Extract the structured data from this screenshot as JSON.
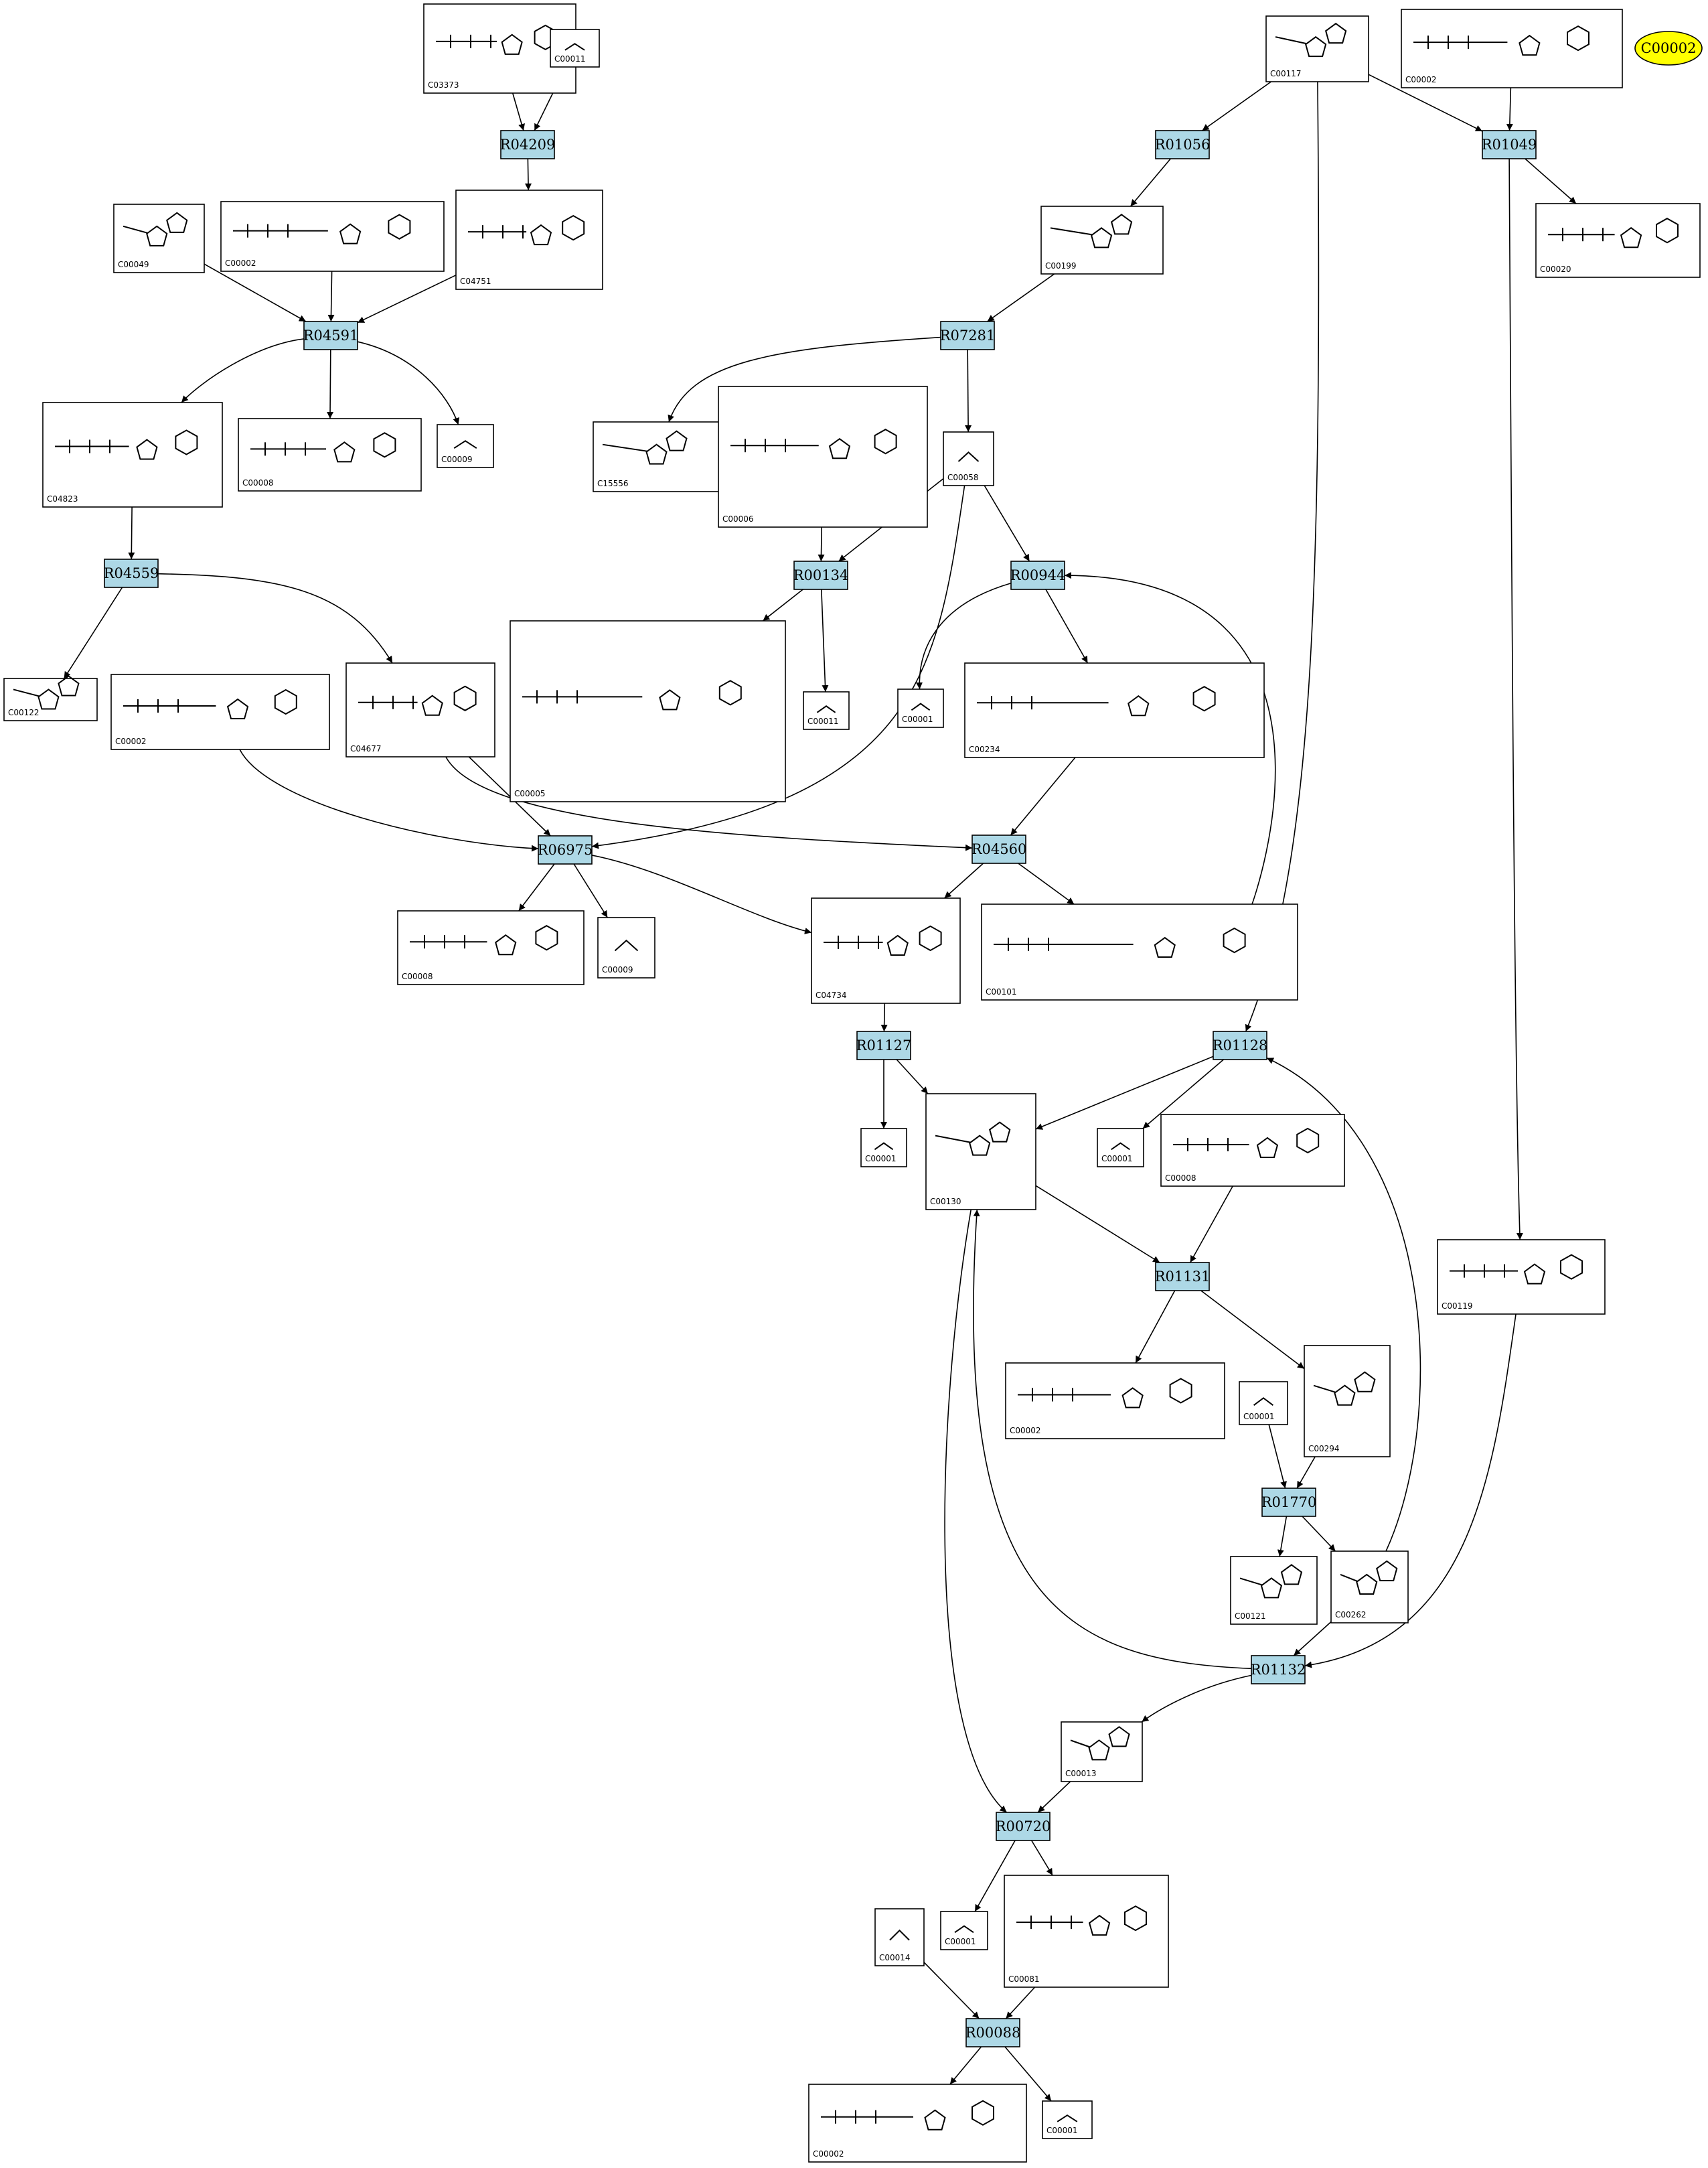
{
  "selected": "C00002",
  "colors": {
    "reaction_fill": "#add8e6",
    "selected_fill": "#ffff00",
    "edge": "#000000",
    "box_stroke": "#000000"
  },
  "reactions": [
    "R04209",
    "R04591",
    "R04559",
    "R06975",
    "R00134",
    "R00944",
    "R07281",
    "R01056",
    "R01049",
    "R04560",
    "R01127",
    "R01128",
    "R01131",
    "R01770",
    "R01132",
    "R00720",
    "R00088"
  ],
  "compounds": [
    {
      "id": "c03373",
      "label": "C03373"
    },
    {
      "id": "c00011a",
      "label": "C00011"
    },
    {
      "id": "c00049",
      "label": "C00049"
    },
    {
      "id": "c00002a",
      "label": "C00002"
    },
    {
      "id": "c04751",
      "label": "C04751"
    },
    {
      "id": "c04823",
      "label": "C04823"
    },
    {
      "id": "c00008a",
      "label": "C00008"
    },
    {
      "id": "c00009a",
      "label": "C00009"
    },
    {
      "id": "c00122",
      "label": "C00122"
    },
    {
      "id": "c00002b",
      "label": "C00002"
    },
    {
      "id": "c04677",
      "label": "C04677"
    },
    {
      "id": "c00005",
      "label": "C00005"
    },
    {
      "id": "c00011b",
      "label": "C00011"
    },
    {
      "id": "c00008b",
      "label": "C00008"
    },
    {
      "id": "c00009b",
      "label": "C00009"
    },
    {
      "id": "c04734",
      "label": "C04734"
    },
    {
      "id": "c00117",
      "label": "C00117"
    },
    {
      "id": "c00002c",
      "label": "C00002"
    },
    {
      "id": "c00199",
      "label": "C00199"
    },
    {
      "id": "c00020",
      "label": "C00020"
    },
    {
      "id": "c15556",
      "label": "C15556"
    },
    {
      "id": "c00006",
      "label": "C00006"
    },
    {
      "id": "c00058",
      "label": "C00058"
    },
    {
      "id": "c00001a",
      "label": "C00001"
    },
    {
      "id": "c00234",
      "label": "C00234"
    },
    {
      "id": "c00101",
      "label": "C00101"
    },
    {
      "id": "c00001b",
      "label": "C00001"
    },
    {
      "id": "c00130",
      "label": "C00130"
    },
    {
      "id": "c00001c",
      "label": "C00001"
    },
    {
      "id": "c00008c",
      "label": "C00008"
    },
    {
      "id": "c00119",
      "label": "C00119"
    },
    {
      "id": "c00002d",
      "label": "C00002"
    },
    {
      "id": "c00001d",
      "label": "C00001"
    },
    {
      "id": "c00294",
      "label": "C00294"
    },
    {
      "id": "c00121",
      "label": "C00121"
    },
    {
      "id": "c00262",
      "label": "C00262"
    },
    {
      "id": "c00013",
      "label": "C00013"
    },
    {
      "id": "c00014",
      "label": "C00014"
    },
    {
      "id": "c00001e",
      "label": "C00001"
    },
    {
      "id": "c00081",
      "label": "C00081"
    },
    {
      "id": "c00002e",
      "label": "C00002"
    },
    {
      "id": "c00001f",
      "label": "C00001"
    }
  ],
  "edges": [
    [
      "c03373",
      "R04209"
    ],
    [
      "c00011a",
      "R04209"
    ],
    [
      "R04209",
      "c04751"
    ],
    [
      "c00049",
      "R04591"
    ],
    [
      "c00002a",
      "R04591"
    ],
    [
      "c04751",
      "R04591"
    ],
    [
      "R04591",
      "c04823"
    ],
    [
      "R04591",
      "c00008a"
    ],
    [
      "R04591",
      "c00009a"
    ],
    [
      "c04823",
      "R04559"
    ],
    [
      "R04559",
      "c00122"
    ],
    [
      "R04559",
      "c04677"
    ],
    [
      "c00002b",
      "R06975"
    ],
    [
      "c04677",
      "R06975"
    ],
    [
      "c00058",
      "R06975"
    ],
    [
      "R06975",
      "c00008b"
    ],
    [
      "R06975",
      "c00009b"
    ],
    [
      "R06975",
      "c04734"
    ],
    [
      "c04677",
      "R04560"
    ],
    [
      "c00234",
      "R04560"
    ],
    [
      "R04560",
      "c04734"
    ],
    [
      "R04560",
      "c00101"
    ],
    [
      "c00101",
      "R00944"
    ],
    [
      "c00117",
      "R01056"
    ],
    [
      "c00117",
      "R01049"
    ],
    [
      "c00002c",
      "R01049"
    ],
    [
      "c00117",
      "R01128"
    ],
    [
      "R01056",
      "c00199"
    ],
    [
      "R01049",
      "c00020"
    ],
    [
      "R01049",
      "c00119"
    ],
    [
      "c00199",
      "R07281"
    ],
    [
      "R07281",
      "c15556"
    ],
    [
      "R07281",
      "c00058"
    ],
    [
      "c00006",
      "R00134"
    ],
    [
      "c00058",
      "R00134"
    ],
    [
      "R00134",
      "c00005"
    ],
    [
      "R00134",
      "c00011b"
    ],
    [
      "c00058",
      "R00944"
    ],
    [
      "R00944",
      "c00001a"
    ],
    [
      "R00944",
      "c00234"
    ],
    [
      "c04734",
      "R01127"
    ],
    [
      "R01127",
      "c00001b"
    ],
    [
      "R01127",
      "c00130"
    ],
    [
      "R01128",
      "c00001c"
    ],
    [
      "R01128",
      "c00130"
    ],
    [
      "c00008c",
      "R01131"
    ],
    [
      "c00130",
      "R01131"
    ],
    [
      "R01131",
      "c00002d"
    ],
    [
      "R01131",
      "c00294"
    ],
    [
      "c00001d",
      "R01770"
    ],
    [
      "c00294",
      "R01770"
    ],
    [
      "R01770",
      "c00121"
    ],
    [
      "R01770",
      "c00262"
    ],
    [
      "c00262",
      "R01128"
    ],
    [
      "c00119",
      "R01132"
    ],
    [
      "c00262",
      "R01132"
    ],
    [
      "R01132",
      "c00130"
    ],
    [
      "R01132",
      "c00013"
    ],
    [
      "c00130",
      "R00720"
    ],
    [
      "c00013",
      "R00720"
    ],
    [
      "R00720",
      "c00001e"
    ],
    [
      "R00720",
      "c00081"
    ],
    [
      "c00014",
      "R00088"
    ],
    [
      "c00081",
      "R00088"
    ],
    [
      "R00088",
      "c00002e"
    ],
    [
      "R00088",
      "c00001f"
    ]
  ]
}
